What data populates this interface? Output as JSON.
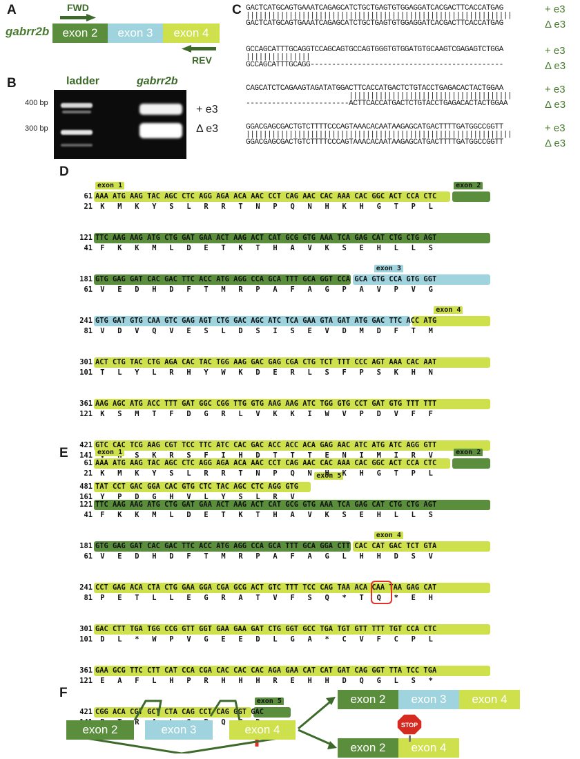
{
  "panels": [
    "A",
    "B",
    "C",
    "D",
    "E",
    "F"
  ],
  "a": {
    "gene": "gabrr2b",
    "fwd": "FWD",
    "rev": "REV",
    "exons": [
      "exon 2",
      "exon 3",
      "exon 4"
    ]
  },
  "b": {
    "ladder": "ladder",
    "gene": "gabrr2b",
    "bp400": "400 bp",
    "bp300": "300 bp",
    "plus": "+ e3",
    "delta": "Δ e3"
  },
  "c": {
    "blocks": [
      {
        "top": "GACTCATGCAGTGAAATCAGAGCATCTGCTGAGTGTGGAGGATCACGACTTCACCATGAG",
        "mid": "||||||||||||||||||||||||||||||||||||||||||||||||||||||||||||||",
        "bot": "GACTCATGCAGTGAAATCAGAGCATCTGCTGAGTGTGGAGGATCACGACTTCACCATGAG"
      },
      {
        "top": "GCCAGCATTTGCAGGTCCAGCAGTGCCAGTGGGTGTGGATGTGCAAGTCGAGAGTCTGGA",
        "mid": "|||||||||||||||",
        "bot": "GCCAGCATTTGCAGG---------------------------------------------"
      },
      {
        "top": "CAGCATCTCAGAAGTAGATATGGACTTCACCATGACTCTGTACCTGAGACACTACTGGAA",
        "mid": "                        ||||||||||||||||||||||||||||||||||||||",
        "bot": "------------------------ACTTCACCATGACTCTGTACCTGAGACACTACTGGAA"
      },
      {
        "top": "GGACGAGCGACTGTCTTTTCCCAGTAAACACAATAAGAGCATGACTTTTGATGGCCGGTT",
        "mid": "||||||||||||||||||||||||||||||||||||||||||||||||||||||||||||||",
        "bot": "GGACGAGCGACTGTCTTTTCCCAGTAAACACAATAAGAGCATGACTTTTGATGGCCGGTT"
      }
    ],
    "plus": "+ e3",
    "delta": "Δ e3"
  },
  "d": {
    "rows": [
      {
        "n1": "61",
        "n2": "21",
        "seq": "AAA ATG AAG TAC AGC CTC AGG AGA ACA AAC CCT CAG AAC CAC AAA CAC GGC ACT CCA CTC",
        "aa": "K   M   K   Y   S   L   R   R   T   N   P   Q   N   H   K   H   G   T   P   L"
      },
      {
        "n1": "121",
        "n2": "41",
        "seq": "TTC AAG AAG ATG CTG GAT GAA ACT AAG ACT CAT GCG GTG AAA TCA GAG CAT CTG CTG AGT",
        "aa": "F   K   K   M   L   D   E   T   K   T   H   A   V   K   S   E   H   L   L   S"
      },
      {
        "n1": "181",
        "n2": "61",
        "seq": "GTG GAG GAT CAC GAC TTC ACC ATG AGG CCA GCA TTT GCA GGT CCA GCA GTG CCA GTG GGT",
        "aa": "V   E   D   H   D   F   T   M   R   P   A   F   A   G   P   A   V   P   V   G"
      },
      {
        "n1": "241",
        "n2": "81",
        "seq": "GTG GAT GTG CAA GTC GAG AGT CTG GAC AGC ATC TCA GAA GTA GAT ATG GAC TTC ACC ATG",
        "aa": "V   D   V   Q   V   E   S   L   D   S   I   S   E   V   D   M   D   F   T   M"
      },
      {
        "n1": "301",
        "n2": "101",
        "seq": "ACT CTG TAC CTG AGA CAC TAC TGG AAG GAC GAG CGA CTG TCT TTT CCC AGT AAA CAC AAT",
        "aa": "T   L   Y   L   R   H   Y   W   K   D   E   R   L   S   F   P   S   K   H   N"
      },
      {
        "n1": "361",
        "n2": "121",
        "seq": "AAG AGC ATG ACC TTT GAT GGC CGG TTG GTG AAG AAG ATC TGG GTG CCT GAT GTG TTT TTT",
        "aa": "K   S   M   T   F   D   G   R   L   V   K   K   I   W   V   P   D   V   F   F"
      },
      {
        "n1": "421",
        "n2": "141",
        "seq": "GTC CAC TCG AAG CGT TCC TTC ATC CAC GAC ACC ACC ACA GAG AAC ATC ATG ATC AGG GTT",
        "aa": "V   H   S   K   R   S   F   I   H   D   T   T   T   E   N   I   M   I   R   V"
      },
      {
        "n1": "481",
        "n2": "161",
        "seq": "TAT CCT GAC GGA CAC GTG CTC TAC AGC CTC AGG GTG",
        "aa": "Y   P   D   G   H   V   L   Y   S   L   R   V"
      }
    ],
    "labels": [
      "exon 1",
      "exon 2",
      "exon 3",
      "exon 4",
      "exon 5"
    ]
  },
  "e": {
    "rows": [
      {
        "n1": "61",
        "n2": "21",
        "seq": "AAA ATG AAG TAC AGC CTC AGG AGA ACA AAC CCT CAG AAC CAC AAA CAC GGC ACT CCA CTC",
        "aa": "K   M   K   Y   S   L   R   R   T   N   P   Q   N   H   K   H   G   T   P   L"
      },
      {
        "n1": "121",
        "n2": "41",
        "seq": "TTC AAG AAG ATG CTG GAT GAA ACT AAG ACT CAT GCG GTG AAA TCA GAG CAT CTG CTG AGT",
        "aa": "F   K   K   M   L   D   E   T   K   T   H   A   V   K   S   E   H   L   L   S"
      },
      {
        "n1": "181",
        "n2": "61",
        "seq": "GTG GAG GAT CAC GAC TTC ACC ATG AGG CCA GCA TTT GCA GGA CTT CAC CAT GAC TCT GTA",
        "aa": "V   E   D   H   D   F   T   M   R   P   A   F   A   G   L   H   H   D   S   V"
      },
      {
        "n1": "241",
        "n2": "81",
        "seq": "CCT GAG ACA CTA CTG GAA GGA CGA GCG ACT GTC TTT TCC CAG TAA ACA CAA TAA GAG CAT",
        "aa": "P   E   T   L   L   E   G   R   A   T   V   F   S   Q   *   T   Q   *   E   H"
      },
      {
        "n1": "301",
        "n2": "101",
        "seq": "GAC CTT TGA TGG CCG GTT GGT GAA GAA GAT CTG GGT GCC TGA TGT GTT TTT TGT CCA CTC",
        "aa": "D   L   *   W   P   V   G   E   E   D   L   G   A   *   C   V   F   C   P   L"
      },
      {
        "n1": "361",
        "n2": "121",
        "seq": "GAA GCG TTC CTT CAT CCA CGA CAC CAC CAC AGA GAA CAT CAT GAT CAG GGT TTA TCC TGA",
        "aa": "E   A   F   L   H   P   R   H   H   H   R   E   H   H   D   Q   G   L   S   *"
      },
      {
        "n1": "421",
        "n2": "141",
        "seq": "CGG ACA CGT GCT CTA CAG CCT CAG GGT GAC",
        "aa": "R   T   R   A   L   Q   P   Q   G   D"
      }
    ],
    "labels": [
      "exon 1",
      "exon 2",
      "exon 4",
      "exon 5"
    ]
  },
  "f": {
    "exons": [
      "exon 2",
      "exon 3",
      "exon 4"
    ],
    "stop": "STOP"
  },
  "colors": {
    "exon2": "#5a8e3c",
    "exon3": "#9fd3de",
    "exon4": "#cfe04d",
    "stopbox": "#e0302a"
  }
}
